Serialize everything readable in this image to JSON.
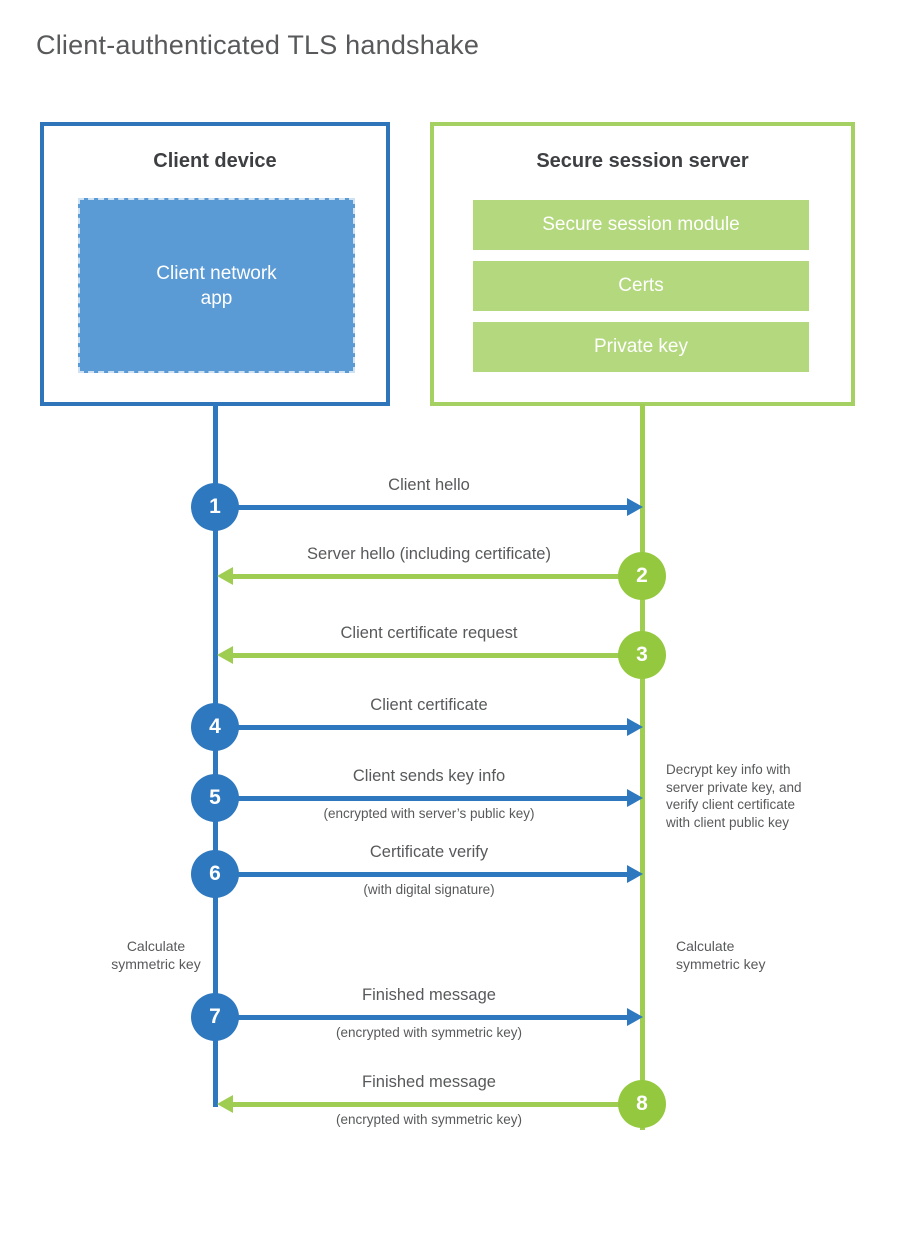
{
  "title": "Client-authenticated TLS handshake",
  "colors": {
    "blue": "#2e78bf",
    "blue_border": "#2e75b9",
    "blue_fill": "#5b9bd5",
    "green": "#9fcd52",
    "green_circle": "#94c93f",
    "green_border": "#a5d162",
    "green_fill": "#b4d87e",
    "text": "#58595b",
    "heading": "#3d3f42"
  },
  "client_device": {
    "title": "Client device",
    "app_label": "Client network app"
  },
  "server": {
    "title": "Secure session server",
    "modules": [
      "Secure session module",
      "Certs",
      "Private key"
    ]
  },
  "steps": [
    {
      "num": "1",
      "label": "Client hello",
      "from": "client",
      "to": "server"
    },
    {
      "num": "2",
      "label": "Server hello (including certificate)",
      "from": "server",
      "to": "client"
    },
    {
      "num": "3",
      "label": "Client certificate request",
      "from": "server",
      "to": "client"
    },
    {
      "num": "4",
      "label": "Client certificate",
      "from": "client",
      "to": "server"
    },
    {
      "num": "5",
      "label": "Client sends key info",
      "sub": "(encrypted with server’s public key)",
      "from": "client",
      "to": "server"
    },
    {
      "num": "6",
      "label": "Certificate verify",
      "sub": "(with digital signature)",
      "from": "client",
      "to": "server"
    },
    {
      "num": "7",
      "label": "Finished message",
      "sub": "(encrypted with symmetric key)",
      "from": "client",
      "to": "server"
    },
    {
      "num": "8",
      "label": "Finished message",
      "sub": "(encrypted with symmetric key)",
      "from": "server",
      "to": "client"
    }
  ],
  "notes": {
    "decrypt": {
      "lines": [
        "Decrypt key info with",
        "server private key, and",
        "verify client certificate",
        "with client public key"
      ]
    },
    "calc_client": {
      "lines": [
        "Calculate",
        "symmetric key"
      ]
    },
    "calc_server": {
      "lines": [
        "Calculate",
        "symmetric key"
      ]
    }
  }
}
